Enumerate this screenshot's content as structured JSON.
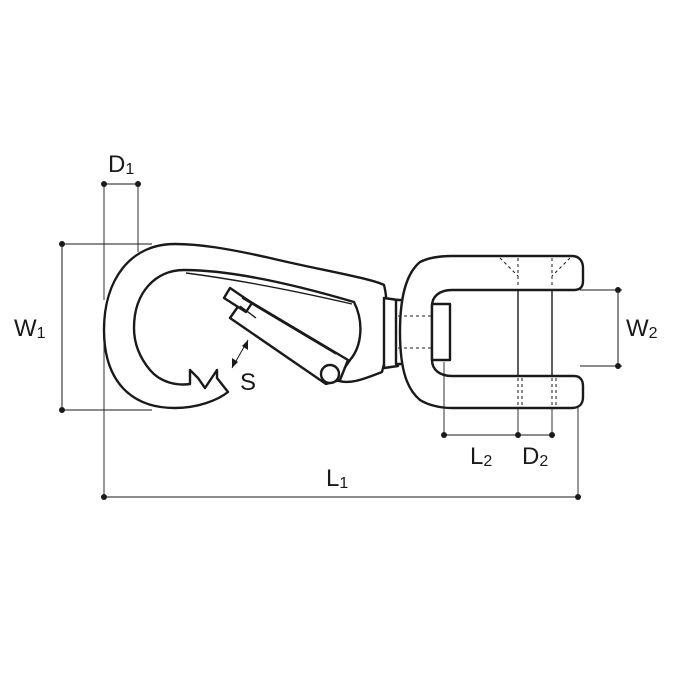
{
  "labels": {
    "d1": {
      "main": "D",
      "sub": "1"
    },
    "w1": {
      "main": "W",
      "sub": "1"
    },
    "s": {
      "main": "S"
    },
    "w2": {
      "main": "W",
      "sub": "2"
    },
    "l2": {
      "main": "L",
      "sub": "2"
    },
    "d2": {
      "main": "D",
      "sub": "2"
    },
    "l1": {
      "main": "L",
      "sub": "1"
    }
  },
  "colors": {
    "line": "#1a1a1a",
    "background": "#ffffff"
  }
}
